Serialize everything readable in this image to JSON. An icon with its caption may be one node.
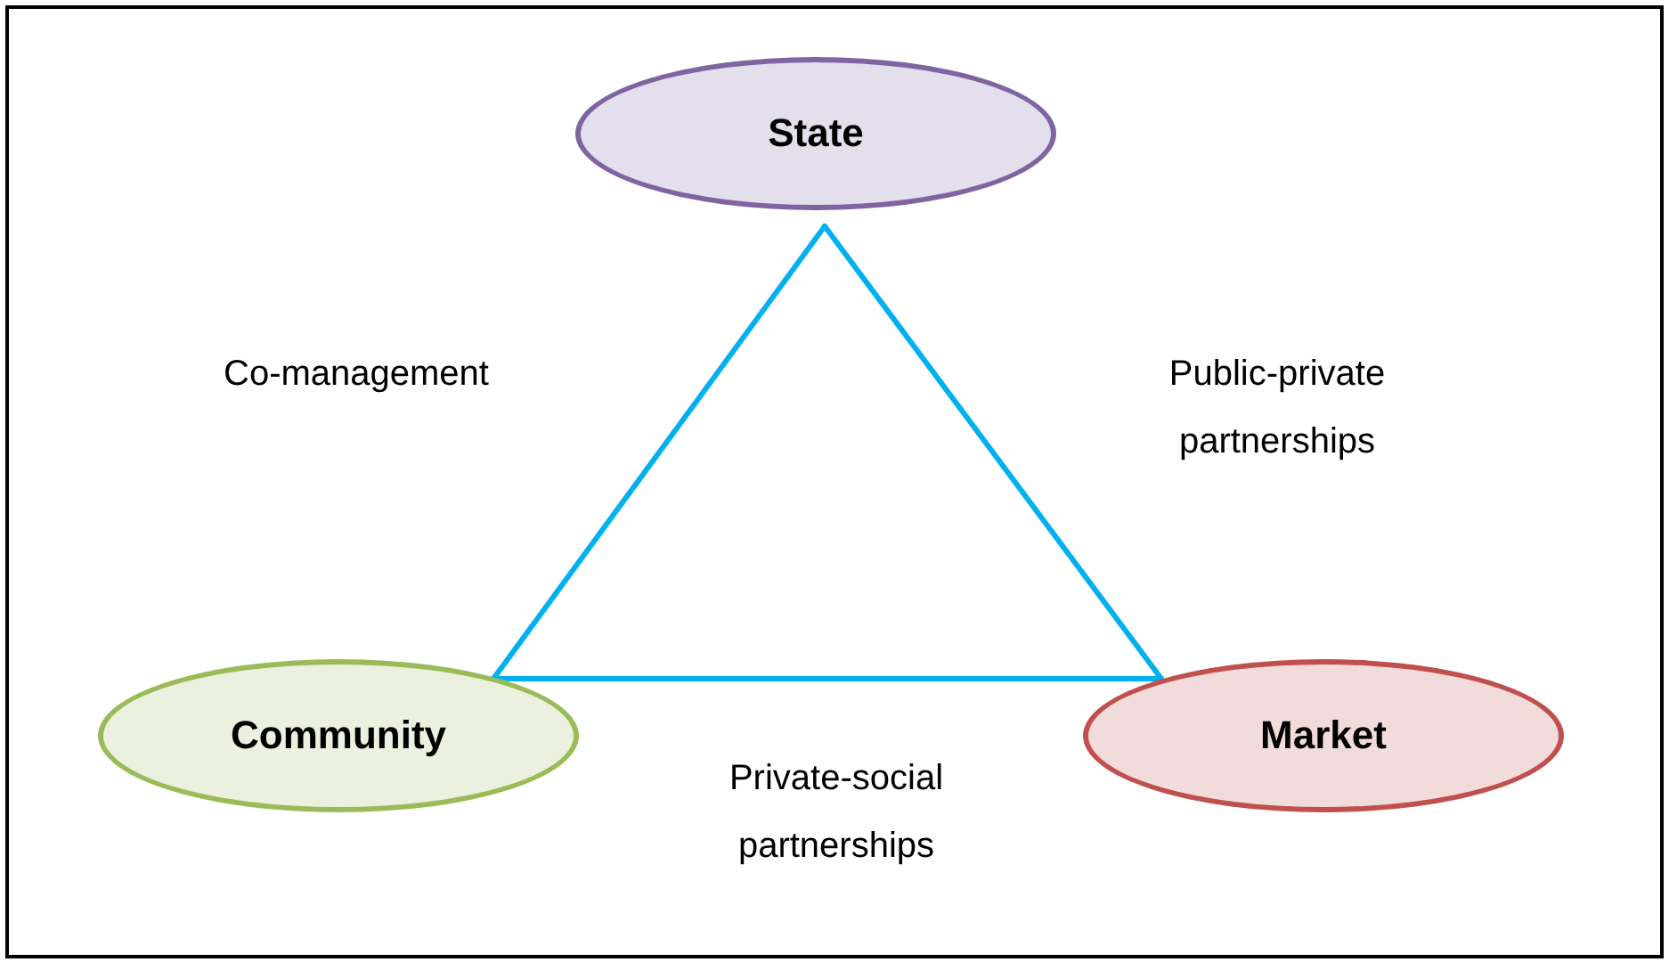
{
  "diagram": {
    "nodes": [
      {
        "text": [
          "State"
        ]
      },
      {
        "text": [
          "Community"
        ]
      },
      {
        "text": [
          "Market"
        ]
      }
    ],
    "edges": [
      {
        "from": 0,
        "to": 1,
        "arrow": "none",
        "label": "Co-management"
      },
      {
        "from": 0,
        "to": 2,
        "arrow": "none",
        "label": "Public-private partnerships"
      },
      {
        "from": 1,
        "to": 2,
        "arrow": "none",
        "label": "Private-social partnerships"
      }
    ]
  }
}
